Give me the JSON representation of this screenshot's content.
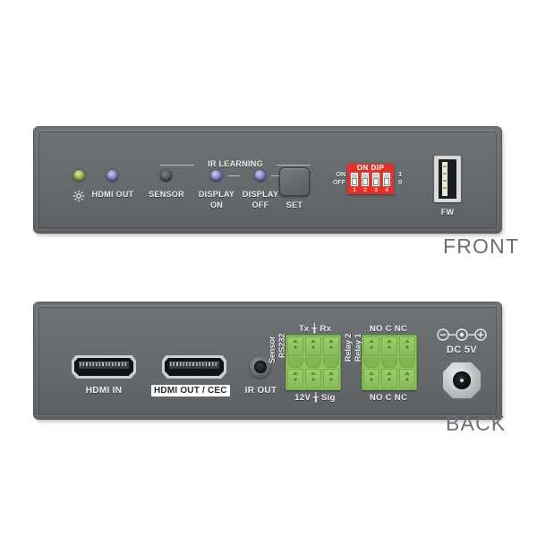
{
  "views": {
    "front": {
      "caption": "FRONT"
    },
    "back": {
      "caption": "BACK"
    }
  },
  "front_panel": {
    "indicators": [
      {
        "label": "",
        "icon": "sun-icon",
        "color": "#9cbd4e",
        "state": "green"
      },
      {
        "label": "HDMI OUT",
        "icon": "led-icon",
        "color": "#8f85cf",
        "state": "purple"
      },
      {
        "label": "SENSOR",
        "icon": "led-icon",
        "color": "#5b5e60",
        "state": "dark"
      },
      {
        "label": "DISPLAY",
        "label2": "ON",
        "icon": "led-icon",
        "color": "#8f85cf",
        "state": "purple"
      },
      {
        "label": "DISPLAY",
        "label2": "OFF",
        "icon": "led-icon",
        "color": "#8f85cf",
        "state": "purple"
      }
    ],
    "section_title": "IR LEARNING",
    "set_button": {
      "label": "SET"
    },
    "dip_switch": {
      "title_on": "ON",
      "title_dip": "DIP",
      "side_on": "ON",
      "side_off": "OFF",
      "right_one": "1",
      "right_zero": "0",
      "numbers": [
        "1",
        "2",
        "3",
        "4"
      ],
      "body_color": "#e33129"
    },
    "firmware_port": {
      "label": "FW",
      "type": "usb-a-icon"
    }
  },
  "back_panel": {
    "hdmi_in": {
      "label": "HDMI IN"
    },
    "hdmi_out": {
      "label": "HDMI OUT / CEC",
      "highlighted": true
    },
    "ir_out": {
      "label": "IR OUT"
    },
    "rs232_block": {
      "top_label": "Tx ╁ Rx",
      "bottom_label": "12V ╁ Sig",
      "left_label_top": "RS232",
      "left_label_bottom": "Sensor",
      "color": "#8fc560"
    },
    "relay_block": {
      "top_label": "NO C NC",
      "bottom_label": "NO C NC",
      "left_label_top": "Relay 1",
      "left_label_bottom": "Relay 2",
      "color": "#8fc560"
    },
    "power": {
      "label": "DC 5V",
      "polarity_icon": "center-positive-icon"
    }
  }
}
